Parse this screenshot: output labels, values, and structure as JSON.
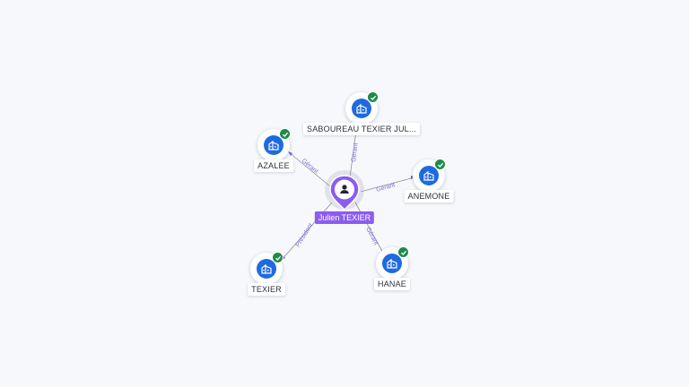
{
  "center": {
    "name": "Julien TEXIER"
  },
  "nodes": [
    {
      "id": "sabooureau",
      "label": "SABOUREAU TEXIER JUL...",
      "edge_label": "Gérant",
      "verified": true,
      "icon": "building-icon"
    },
    {
      "id": "azalee",
      "label": "AZALEE",
      "edge_label": "Gérant",
      "verified": true,
      "icon": "building-icon"
    },
    {
      "id": "anemone",
      "label": "ANEMONE",
      "edge_label": "Gérant",
      "verified": true,
      "icon": "building-icon"
    },
    {
      "id": "texier",
      "label": "TEXIER",
      "edge_label": "Président",
      "verified": true,
      "icon": "building-icon"
    },
    {
      "id": "hanae",
      "label": "HANAE",
      "edge_label": "Gérant",
      "verified": true,
      "icon": "building-icon"
    }
  ],
  "colors": {
    "background": "#f7f8fb",
    "company_icon": "#1f6ae0",
    "verified_badge": "#1f8a4c",
    "person_pin": "#8b5cf0",
    "edge_label": "#7b6fd6"
  }
}
